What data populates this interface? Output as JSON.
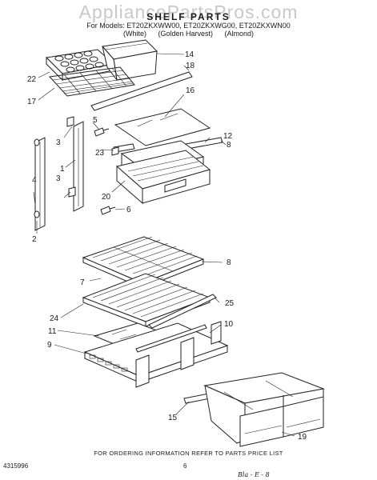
{
  "watermark": "AppliancePartsPros.com",
  "header": {
    "title": "SHELF PARTS",
    "models": "For Models: ET20ZKXWW00, ET20ZKXWG00, ET20ZKXWN00",
    "colors": [
      "(White)",
      "(Golden Harvest)",
      "(Almond)"
    ]
  },
  "callouts": [
    "22",
    "14",
    "18",
    "17",
    "16",
    "5",
    "3",
    "12",
    "8",
    "23",
    "1",
    "4",
    "3",
    "20",
    "6",
    "2",
    "8",
    "7",
    "25",
    "24",
    "10",
    "11",
    "9",
    "15",
    "19"
  ],
  "footer": {
    "note": "FOR ORDERING INFORMATION REFER TO PARTS PRICE LIST",
    "doc_number": "4315996",
    "page_number": "6",
    "handwriting": "Bla - E - 8"
  }
}
